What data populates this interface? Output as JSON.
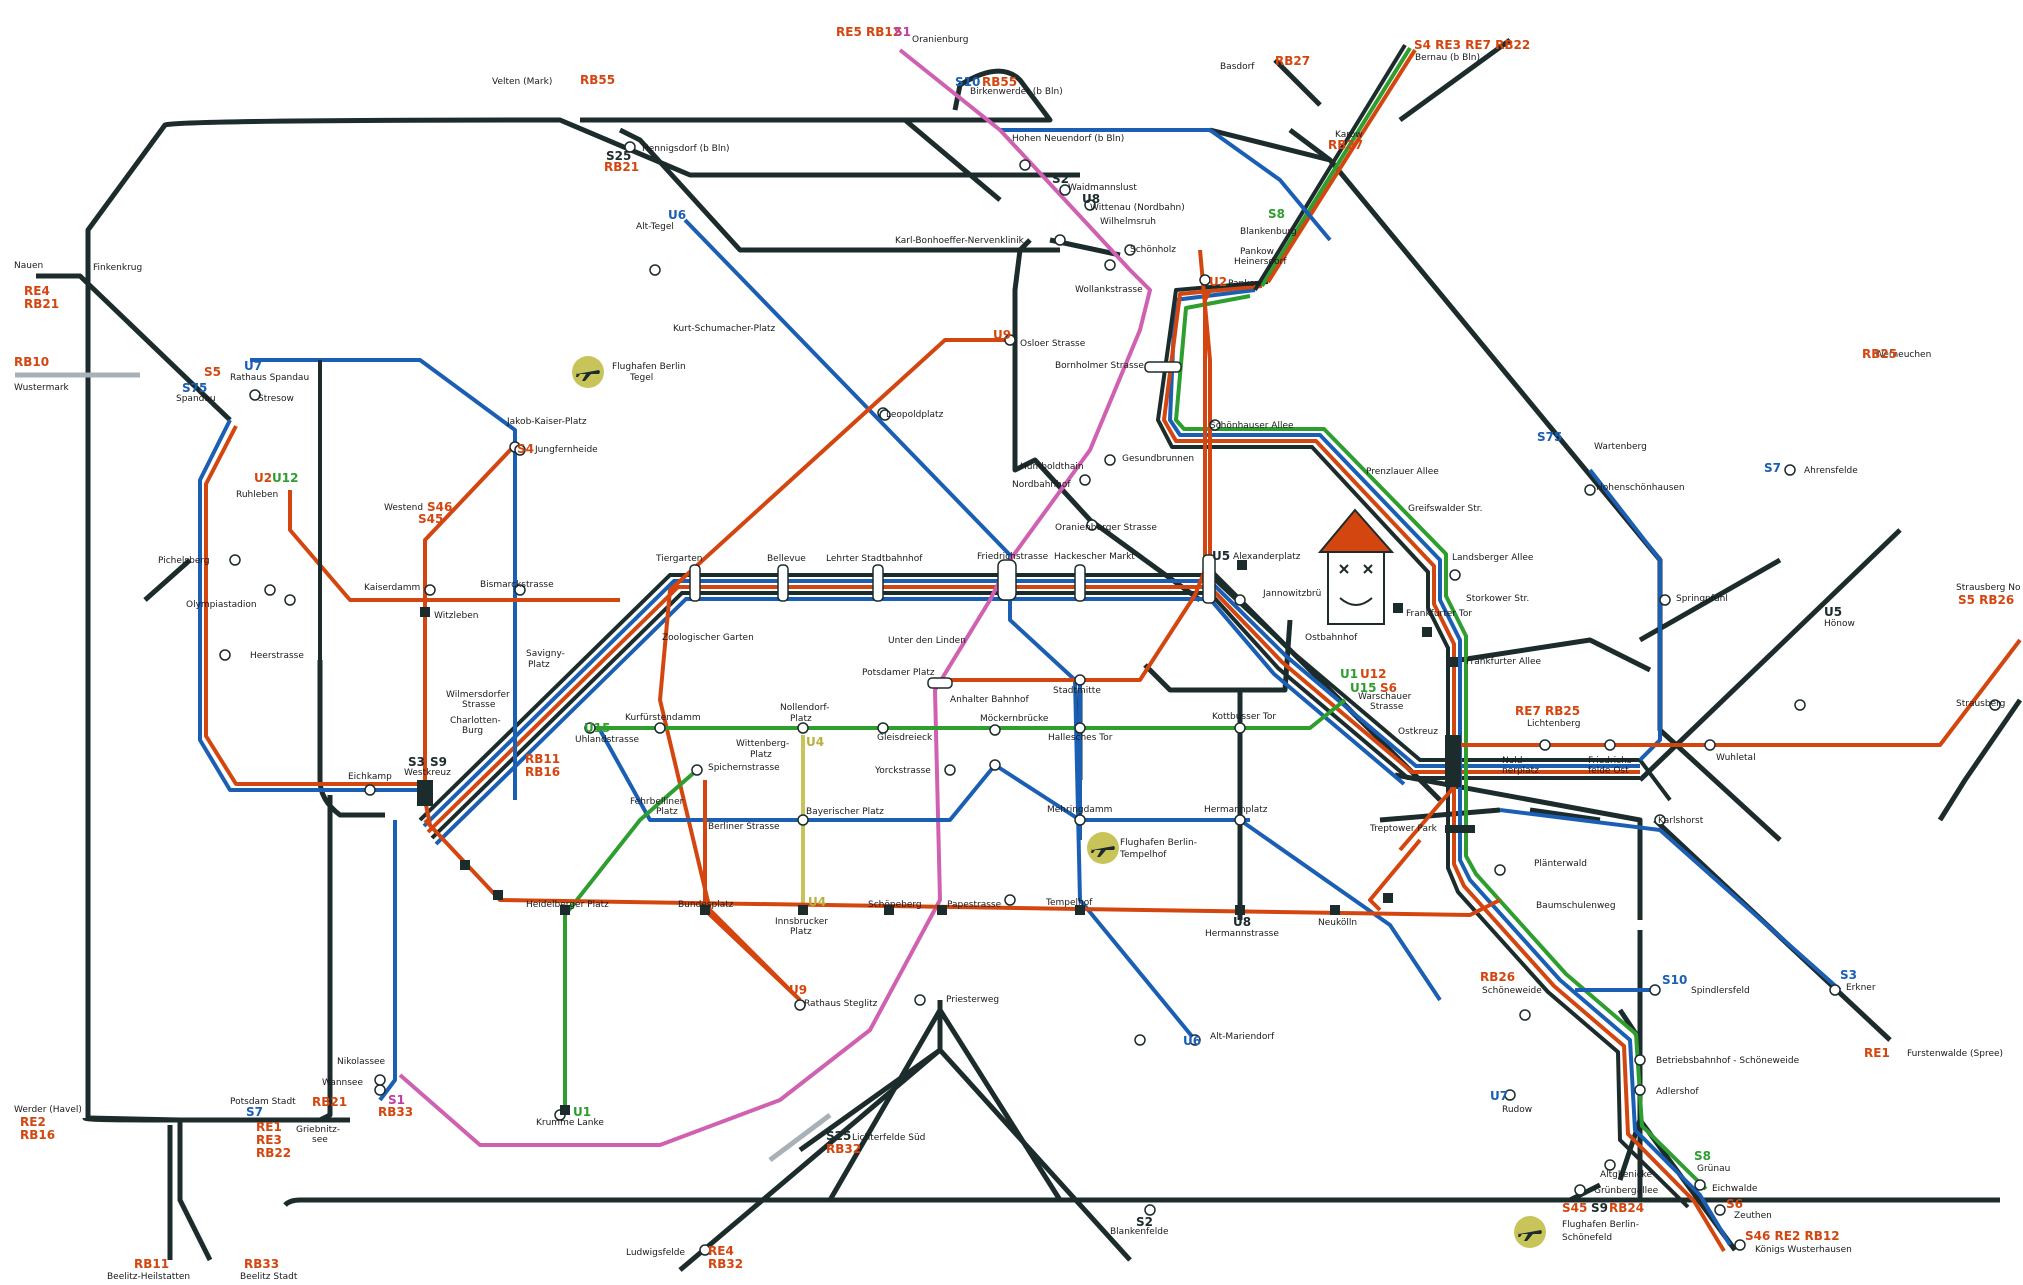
{
  "colors": {
    "ring": "#1c2b2b",
    "blue": "#1a5fb4",
    "red": "#d4460f",
    "green": "#2e9e2e",
    "pink": "#d060b0",
    "olive": "#c9c45a",
    "grey": "#a8b0b8"
  },
  "icons": {
    "airport": "airplane-icon",
    "face": "smiling-house-doodle-icon"
  },
  "stations": {
    "oranienburg": "Oranienburg",
    "birkenwerder": "Birkenwerder (b Bln)",
    "hohen_neuendorf": "Hohen Neuendorf (b Bln)",
    "waidmannslust": "Waidmannslust",
    "wittenau": "Wittenau (Nordbahn)",
    "wilhelmsruh": "Wilhelmsruh",
    "schoenholz": "Schönholz",
    "wollankstrasse": "Wollankstrasse",
    "bornholmer": "Bornholmer Strasse",
    "gesundbrunnen": "Gesundbrunnen",
    "humboldthain": "Humboldthain",
    "nordbahnhof": "Nordbahnhof",
    "oranienburger": "Oranienburger Strasse",
    "velten": "Velten (Mark)",
    "hennigsdorf": "Hennigsdorf (b Bln)",
    "alt_tegel": "Alt-Tegel",
    "karl_bonhoeffer": "Karl-Bonhoeffer-Nervenklinik",
    "kurt_schumacher": "Kurt-Schumacher-Platz",
    "flughafen_tegel_1": "Flughafen Berlin",
    "flughafen_tegel_2": "Tegel",
    "leopoldplatz": "Leopoldplatz",
    "osloer": "Osloer Strasse",
    "nauen": "Nauen",
    "finkenkrug": "Finkenkrug",
    "wustermark": "Wustermark",
    "spandau": "Spandau",
    "rathaus_spandau": "Rathaus Spandau",
    "stresow": "Stresow",
    "ruhleben": "Ruhleben",
    "pichelsberg": "Pichelsberg",
    "olympiastadion": "Olympiastadion",
    "heerstrasse": "Heerstrasse",
    "eichkamp": "Eichkamp",
    "westkreuz": "Westkreuz",
    "westend": "Westend",
    "jungfernheide": "Jungfernheide",
    "jakob_kaiser": "Jakob-Kaiser-Platz",
    "kaiserdamm": "Kaiserdamm",
    "witzleben": "Witzleben",
    "bismarckstrasse": "Bismarckstrasse",
    "wilmersdorfer_1": "Wilmersdorfer",
    "wilmersdorfer_2": "Strasse",
    "savigny_1": "Savigny-",
    "savigny_2": "Platz",
    "charlottenburg_1": "Charlotten-",
    "charlottenburg_2": "Burg",
    "tiergarten": "Tiergarten",
    "bellevue": "Bellevue",
    "lehrter": "Lehrter Stadtbahnhof",
    "friedrichstrasse": "Friedrichstrasse",
    "hackescher": "Hackescher Markt",
    "alexanderplatz": "Alexanderplatz",
    "zoo": "Zoologischer Garten",
    "unter_den_linden": "Unter den Linden",
    "potsdamer_platz": "Potsdamer Platz",
    "anhalter": "Anhalter Bahnhof",
    "stadtmitte": "Stadtmitte",
    "kurfuerstendamm": "Kurfürstendamm",
    "nollendorf_1": "Nollendorf-",
    "nollendorf_2": "Platz",
    "wittenberg_1": "Wittenberg-",
    "wittenberg_2": "Platz",
    "gleisdreieck": "Gleisdreieck",
    "moeckernbruecke": "Möckernbrücke",
    "hallesches_tor": "Hallesches Tor",
    "kottbusser": "Kottbusser Tor",
    "uhlandstrasse": "Uhlandstrasse",
    "spichernstrasse": "Spichernstrasse",
    "yorckstrasse": "Yorckstrasse",
    "fehrbelliner_1": "Fehrbelliner",
    "fehrbelliner_2": "Platz",
    "berliner_strasse": "Berliner Strasse",
    "bayerischer": "Bayerischer Platz",
    "mehringdamm": "Mehringdamm",
    "hermannplatz": "Hermannplatz",
    "flughafen_tempelhof_1": "Flughafen Berlin-",
    "flughafen_tempelhof_2": "Tempelhof",
    "heidelberger": "Heidelberger Platz",
    "bundesplatz": "Bundesplatz",
    "innsbrucker_1": "Innsbrucker",
    "innsbrucker_2": "Platz",
    "schoeneberg": "Schöneberg",
    "papestrasse": "Papestrasse",
    "tempelhof": "Tempelhof",
    "hermannstrasse": "Hermannstrasse",
    "neukoelln": "Neukölln",
    "treptower": "Treptower Park",
    "rathaus_steglitz": "Rathaus Steglitz",
    "priesterweg": "Priesterweg",
    "alt_mariendorf": "Alt-Mariendorf",
    "rudow": "Rudow",
    "nikolassee": "Nikolassee",
    "wannsee": "Wannsee",
    "potsdam_stadt": "Potsdam Stadt",
    "griebnitzsee_1": "Griebnitz-",
    "griebnitzsee_2": "see",
    "werder": "Werder (Havel)",
    "krumme_lanke": "Krumme Lanke",
    "lichterfelde_sued": "Lichterfelde Süd",
    "ludwigsfelde": "Ludwigsfelde",
    "blankenfelde": "Blankenfelde",
    "beelitz_heilstaetten": "Beelitz-Heilstatten",
    "beelitz_stadt": "Beelitz Stadt",
    "basdorf": "Basdorf",
    "bernau": "Bernau (b Bln)",
    "karow": "Karow",
    "blankenburg": "Blankenburg",
    "pankow_heinersdorf_1": "Pankow",
    "pankow_heinersdorf_2": "Heinersdorf",
    "pankow": "Pankow",
    "schoenhauser": "Schönhauser Allee",
    "prenzlauer": "Prenzlauer Allee",
    "greifswalder": "Greifswalder Str.",
    "landsberger": "Landsberger Allee",
    "storkower": "Storkower Str.",
    "frankfurter_tor": "Frankfurter Tor",
    "frankfurter_allee": "Frankfurter Allee",
    "jannowitzbruecke": "Jannowitzbrü",
    "ostbahnhof": "Ostbahnhof",
    "warschauer_1": "Warschauer",
    "warschauer_2": "Strasse",
    "ostkreuz": "Ostkreuz",
    "lichtenberg": "Lichtenberg",
    "noeldnerplatz_1": "Nold-",
    "noeldnerplatz_2": "nerplatz",
    "friedrichsfelde_1": "Friedrichs-",
    "friedrichsfelde_2": "felde Ost",
    "wuhletal": "Wuhletal",
    "karlshorst": "Karlshorst",
    "plaenterwald": "Plänterwald",
    "baumschulenweg": "Baumschulenweg",
    "schoeneweide": "Schöneweide",
    "spindlersfeld": "Spindlersfeld",
    "erkner": "Erkner",
    "fuerstenwalde": "Furstenwalde (Spree)",
    "betriebsbahnhof": "Betriebsbahnhof - Schöneweide",
    "adlershof": "Adlershof",
    "gruenau": "Grünau",
    "altglienicke": "Altglienicke",
    "gruenbergallee": "Grünbergallee",
    "eichwalde": "Eichwalde",
    "zeuthen": "Zeuthen",
    "koenigs_wusterhausen": "Königs Wusterhausen",
    "flughafen_schoenefeld_1": "Flughafen Berlin-",
    "flughafen_schoenefeld_2": "Schönefeld",
    "werneuchen": "Werneuchen",
    "wartenberg": "Wartenberg",
    "hohenschoenhausen": "Hohenschönhausen",
    "ahrensfelde": "Ahrensfelde",
    "springpfuhl": "Springpfuhl",
    "hoenow": "Hönow",
    "strausberg_nord": "Strausberg No",
    "strausberg": "Strausberg"
  },
  "lines": {
    "re5_rb12": "RE5 RB12",
    "s1_top": "S1",
    "s10_rb55": "RB55",
    "s10": "S10",
    "rb55": "RB55",
    "s2_top": "S2",
    "u8_top": "U8",
    "s25": "S25",
    "rb21": "RB21",
    "u6_top": "U6",
    "u9_top": "U9",
    "re4": "RE4",
    "rb21_nauen": "RB21",
    "rb10": "RB10",
    "s5_spandau": "S5",
    "s75_spandau": "S75",
    "u7_spandau": "U7",
    "u2_ruhleben": "U2",
    "u12_ruhleben": "U12",
    "s46": "S46",
    "s45": "S45",
    "s4": "S4",
    "s3": "S3",
    "s9": "S9",
    "rb11": "RB11",
    "rb16": "RB16",
    "u15_w": "U15",
    "u4_a": "U4",
    "u4_b": "U4",
    "u5_alex": "U5",
    "u1": "U1",
    "u12": "U12",
    "u15": "U15",
    "s6": "S6",
    "u9_steglitz": "U9",
    "u8_bottom": "U8",
    "u6_bottom": "U6",
    "u7_bottom": "U7",
    "u1_bottom": "U1",
    "s1_wannsee": "S1",
    "rb33": "RB33",
    "s7": "S7",
    "rb21_potsdam": "RB21",
    "re1": "RE1",
    "re3": "RE3",
    "rb22": "RB22",
    "re2": "RE2",
    "rb16_werder": "RB16",
    "s25_bottom": "S25",
    "rb32": "RB32",
    "re4_ludwig": "RE4",
    "rb32_ludwig": "RB32",
    "s2_bottom": "S2",
    "rb11_beelitz": "RB11",
    "rb33_beelitz": "RB33",
    "rb27_basdorf": "RB27",
    "s4_bernau": "S4 RE3 RE7 RB22",
    "rb27_karow": "RB27",
    "s8_blankenburg": "S8",
    "u2_pankow": "U2",
    "rb25": "RB25",
    "s75_wartenberg": "S75",
    "s7_ahrensfelde": "S7",
    "u5_hoenow": "U5",
    "s5_strausberg": "S5 RB26",
    "re7_rb25": "RE7 RB25",
    "rb26_schoeneweide": "RB26",
    "s10_spindlersfeld": "S10",
    "s3_erkner": "S3",
    "re1_fuerstenwalde": "RE1",
    "s8_gruenau": "S8",
    "s6_zeuthen": "S6",
    "s45_s9_rb24": "S45 S9 RB24",
    "s45_p": "S45",
    "s9_p": "S9",
    "rb24_p": "RB24",
    "s46_kw": "S46 RE2 RB12"
  }
}
